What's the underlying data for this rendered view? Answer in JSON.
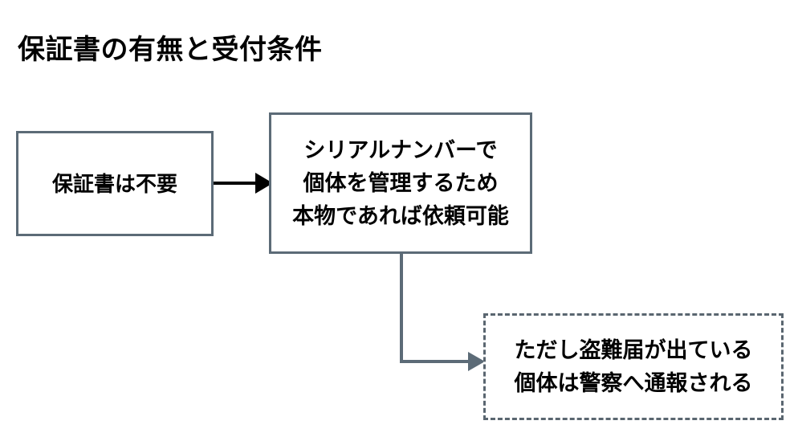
{
  "page": {
    "title": "保証書の有無と受付条件",
    "background_color": "#ffffff"
  },
  "diagram": {
    "type": "flowchart",
    "nodes": [
      {
        "id": "no-warranty",
        "label": "保証書は不要",
        "shape": "rectangle",
        "border_style": "solid",
        "border_color": "#5c6b77",
        "fill_color": "#ffffff",
        "text_color": "#000000"
      },
      {
        "id": "serial-management",
        "label": "シリアルナンバーで\n個体を管理するため\n本物であれば依頼可能",
        "shape": "rectangle",
        "border_style": "solid",
        "border_color": "#5c6b77",
        "fill_color": "#ffffff",
        "text_color": "#000000"
      },
      {
        "id": "stolen-report",
        "label": "ただし盗難届が出ている\n個体は警察へ通報される",
        "shape": "rectangle",
        "border_style": "dashed",
        "border_color": "#5a6670",
        "fill_color": "#ffffff",
        "text_color": "#000000"
      }
    ],
    "connectors": [
      {
        "id": "arrow-no-warranty-to-serial",
        "from": "no-warranty",
        "to": "serial-management",
        "style": "straight",
        "color": "#000000",
        "arrowhead": "filled-triangle"
      },
      {
        "id": "arrow-serial-to-stolen",
        "from": "serial-management",
        "to": "stolen-report",
        "style": "elbow",
        "color": "#5c6b77",
        "arrowhead": "filled-triangle"
      }
    ]
  }
}
